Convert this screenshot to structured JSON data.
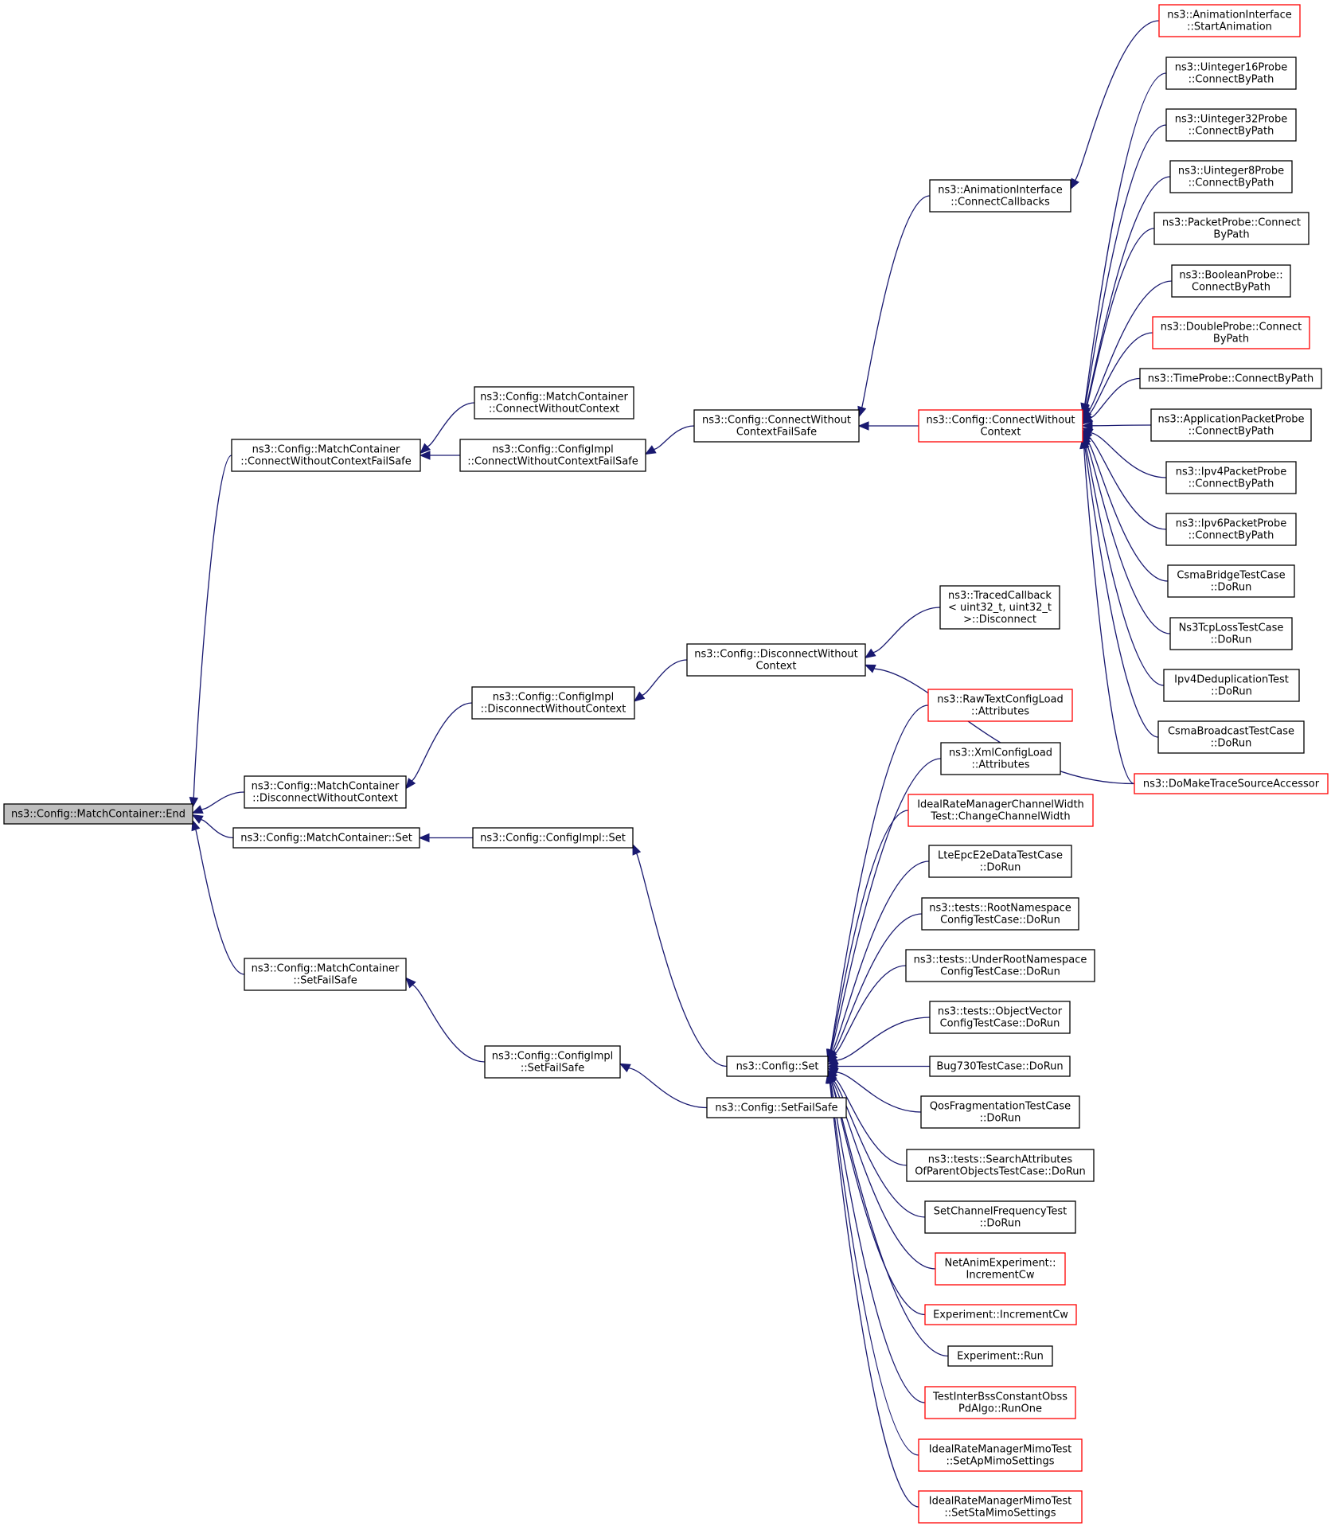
{
  "graph": {
    "nodes": [
      {
        "id": "end",
        "lines": [
          "ns3::Config::MatchContainer::End"
        ],
        "style": "root"
      },
      {
        "id": "cwcfs",
        "lines": [
          "ns3::Config::MatchContainer",
          "::ConnectWithoutContextFailSafe"
        ],
        "style": "black"
      },
      {
        "id": "mc_cwc",
        "lines": [
          "ns3::Config::MatchContainer",
          "::ConnectWithoutContext"
        ],
        "style": "black"
      },
      {
        "id": "impl_cwcfs",
        "lines": [
          "ns3::Config::ConfigImpl",
          "::ConnectWithoutContextFailSafe"
        ],
        "style": "black"
      },
      {
        "id": "cfg_cwcfs",
        "lines": [
          "ns3::Config::ConnectWithout",
          "ContextFailSafe"
        ],
        "style": "black"
      },
      {
        "id": "anim_cc",
        "lines": [
          "ns3::AnimationInterface",
          "::ConnectCallbacks"
        ],
        "style": "black"
      },
      {
        "id": "anim_sa",
        "lines": [
          "ns3::AnimationInterface",
          "::StartAnimation"
        ],
        "style": "red"
      },
      {
        "id": "cfg_cwc",
        "lines": [
          "ns3::Config::ConnectWithout",
          "Context"
        ],
        "style": "red"
      },
      {
        "id": "u16",
        "lines": [
          "ns3::Uinteger16Probe",
          "::ConnectByPath"
        ],
        "style": "black"
      },
      {
        "id": "u32",
        "lines": [
          "ns3::Uinteger32Probe",
          "::ConnectByPath"
        ],
        "style": "black"
      },
      {
        "id": "u8",
        "lines": [
          "ns3::Uinteger8Probe",
          "::ConnectByPath"
        ],
        "style": "black"
      },
      {
        "id": "packet",
        "lines": [
          "ns3::PacketProbe::Connect",
          "ByPath"
        ],
        "style": "black"
      },
      {
        "id": "bool",
        "lines": [
          "ns3::BooleanProbe::",
          "ConnectByPath"
        ],
        "style": "black"
      },
      {
        "id": "double",
        "lines": [
          "ns3::DoubleProbe::Connect",
          "ByPath"
        ],
        "style": "red"
      },
      {
        "id": "time",
        "lines": [
          "ns3::TimeProbe::ConnectByPath"
        ],
        "style": "black"
      },
      {
        "id": "apppkt",
        "lines": [
          "ns3::ApplicationPacketProbe",
          "::ConnectByPath"
        ],
        "style": "black"
      },
      {
        "id": "ipv4pkt",
        "lines": [
          "ns3::Ipv4PacketProbe",
          "::ConnectByPath"
        ],
        "style": "black"
      },
      {
        "id": "ipv6pkt",
        "lines": [
          "ns3::Ipv6PacketProbe",
          "::ConnectByPath"
        ],
        "style": "black"
      },
      {
        "id": "csmabridge",
        "lines": [
          "CsmaBridgeTestCase",
          "::DoRun"
        ],
        "style": "black"
      },
      {
        "id": "ns3tcploss",
        "lines": [
          "Ns3TcpLossTestCase",
          "::DoRun"
        ],
        "style": "black"
      },
      {
        "id": "ipv4dedup",
        "lines": [
          "Ipv4DeduplicationTest",
          "::DoRun"
        ],
        "style": "black"
      },
      {
        "id": "csmabcast",
        "lines": [
          "CsmaBroadcastTestCase",
          "::DoRun"
        ],
        "style": "black"
      },
      {
        "id": "domake",
        "lines": [
          "ns3::DoMakeTraceSourceAccessor"
        ],
        "style": "red"
      },
      {
        "id": "traced",
        "lines": [
          "ns3::TracedCallback",
          "< uint32_t, uint32_t",
          ">::Disconnect"
        ],
        "style": "black"
      },
      {
        "id": "cfg_dwc",
        "lines": [
          "ns3::Config::DisconnectWithout",
          "Context"
        ],
        "style": "black"
      },
      {
        "id": "impl_dwc",
        "lines": [
          "ns3::Config::ConfigImpl",
          "::DisconnectWithoutContext"
        ],
        "style": "black"
      },
      {
        "id": "mc_dwc",
        "lines": [
          "ns3::Config::MatchContainer",
          "::DisconnectWithoutContext"
        ],
        "style": "black"
      },
      {
        "id": "mc_set",
        "lines": [
          "ns3::Config::MatchContainer::Set"
        ],
        "style": "black"
      },
      {
        "id": "impl_set",
        "lines": [
          "ns3::Config::ConfigImpl::Set"
        ],
        "style": "black"
      },
      {
        "id": "mc_sfs",
        "lines": [
          "ns3::Config::MatchContainer",
          "::SetFailSafe"
        ],
        "style": "black"
      },
      {
        "id": "impl_sfs",
        "lines": [
          "ns3::Config::ConfigImpl",
          "::SetFailSafe"
        ],
        "style": "black"
      },
      {
        "id": "cfg_sfs",
        "lines": [
          "ns3::Config::SetFailSafe"
        ],
        "style": "black"
      },
      {
        "id": "cfg_set",
        "lines": [
          "ns3::Config::Set"
        ],
        "style": "black"
      },
      {
        "id": "rawtext",
        "lines": [
          "ns3::RawTextConfigLoad",
          "::Attributes"
        ],
        "style": "red"
      },
      {
        "id": "xmlcfg",
        "lines": [
          "ns3::XmlConfigLoad",
          "::Attributes"
        ],
        "style": "black"
      },
      {
        "id": "idealcw",
        "lines": [
          "IdealRateManagerChannelWidth",
          "Test::ChangeChannelWidth"
        ],
        "style": "red"
      },
      {
        "id": "lteepc",
        "lines": [
          "LteEpcE2eDataTestCase",
          "::DoRun"
        ],
        "style": "black"
      },
      {
        "id": "rootns",
        "lines": [
          "ns3::tests::RootNamespace",
          "ConfigTestCase::DoRun"
        ],
        "style": "black"
      },
      {
        "id": "underroot",
        "lines": [
          "ns3::tests::UnderRootNamespace",
          "ConfigTestCase::DoRun"
        ],
        "style": "black"
      },
      {
        "id": "objvec",
        "lines": [
          "ns3::tests::ObjectVector",
          "ConfigTestCase::DoRun"
        ],
        "style": "black"
      },
      {
        "id": "bug730",
        "lines": [
          "Bug730TestCase::DoRun"
        ],
        "style": "black"
      },
      {
        "id": "qosfrag",
        "lines": [
          "QosFragmentationTestCase",
          "::DoRun"
        ],
        "style": "black"
      },
      {
        "id": "searchattr",
        "lines": [
          "ns3::tests::SearchAttributes",
          "OfParentObjectsTestCase::DoRun"
        ],
        "style": "black"
      },
      {
        "id": "setchfreq",
        "lines": [
          "SetChannelFrequencyTest",
          "::DoRun"
        ],
        "style": "black"
      },
      {
        "id": "netanim",
        "lines": [
          "NetAnimExperiment::",
          "IncrementCw"
        ],
        "style": "red"
      },
      {
        "id": "expinc",
        "lines": [
          "Experiment::IncrementCw"
        ],
        "style": "red"
      },
      {
        "id": "exprun",
        "lines": [
          "Experiment::Run"
        ],
        "style": "black"
      },
      {
        "id": "interbss",
        "lines": [
          "TestInterBssConstantObss",
          "PdAlgo::RunOne"
        ],
        "style": "red"
      },
      {
        "id": "idealap",
        "lines": [
          "IdealRateManagerMimoTest",
          "::SetApMimoSettings"
        ],
        "style": "red"
      },
      {
        "id": "idealsta",
        "lines": [
          "IdealRateManagerMimoTest",
          "::SetStaMimoSettings"
        ],
        "style": "red"
      }
    ],
    "edges": [
      [
        "cwcfs",
        "end"
      ],
      [
        "mc_dwc",
        "end"
      ],
      [
        "mc_set",
        "end"
      ],
      [
        "mc_sfs",
        "end"
      ],
      [
        "mc_cwc",
        "cwcfs"
      ],
      [
        "impl_cwcfs",
        "cwcfs"
      ],
      [
        "cfg_cwcfs",
        "impl_cwcfs"
      ],
      [
        "anim_cc",
        "cfg_cwcfs"
      ],
      [
        "cfg_cwc",
        "cfg_cwcfs"
      ],
      [
        "anim_sa",
        "anim_cc"
      ],
      [
        "u16",
        "cfg_cwc"
      ],
      [
        "u32",
        "cfg_cwc"
      ],
      [
        "u8",
        "cfg_cwc"
      ],
      [
        "packet",
        "cfg_cwc"
      ],
      [
        "bool",
        "cfg_cwc"
      ],
      [
        "double",
        "cfg_cwc"
      ],
      [
        "time",
        "cfg_cwc"
      ],
      [
        "apppkt",
        "cfg_cwc"
      ],
      [
        "ipv4pkt",
        "cfg_cwc"
      ],
      [
        "ipv6pkt",
        "cfg_cwc"
      ],
      [
        "csmabridge",
        "cfg_cwc"
      ],
      [
        "ns3tcploss",
        "cfg_cwc"
      ],
      [
        "ipv4dedup",
        "cfg_cwc"
      ],
      [
        "csmabcast",
        "cfg_cwc"
      ],
      [
        "domake",
        "cfg_cwc"
      ],
      [
        "impl_dwc",
        "mc_dwc"
      ],
      [
        "cfg_dwc",
        "impl_dwc"
      ],
      [
        "traced",
        "cfg_dwc"
      ],
      [
        "domake",
        "cfg_dwc"
      ],
      [
        "impl_set",
        "mc_set"
      ],
      [
        "cfg_set",
        "impl_set"
      ],
      [
        "impl_sfs",
        "mc_sfs"
      ],
      [
        "cfg_sfs",
        "impl_sfs"
      ],
      [
        "rawtext",
        "cfg_set"
      ],
      [
        "xmlcfg",
        "cfg_set"
      ],
      [
        "idealcw",
        "cfg_set"
      ],
      [
        "lteepc",
        "cfg_set"
      ],
      [
        "rootns",
        "cfg_set"
      ],
      [
        "underroot",
        "cfg_set"
      ],
      [
        "objvec",
        "cfg_set"
      ],
      [
        "bug730",
        "cfg_set"
      ],
      [
        "qosfrag",
        "cfg_set"
      ],
      [
        "searchattr",
        "cfg_set"
      ],
      [
        "setchfreq",
        "cfg_set"
      ],
      [
        "netanim",
        "cfg_set"
      ],
      [
        "expinc",
        "cfg_set"
      ],
      [
        "exprun",
        "cfg_set"
      ],
      [
        "interbss",
        "cfg_set"
      ],
      [
        "idealap",
        "cfg_set"
      ],
      [
        "idealsta",
        "cfg_set"
      ]
    ]
  }
}
